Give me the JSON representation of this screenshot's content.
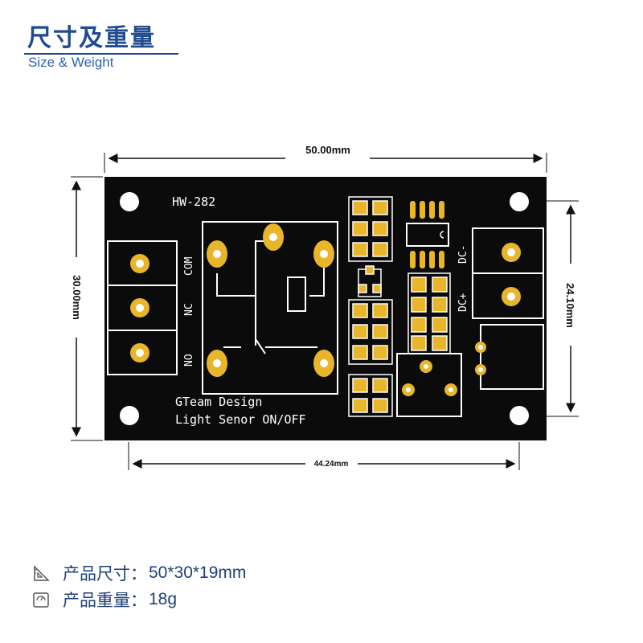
{
  "header": {
    "title": "尺寸及重量",
    "subtitle": "Size & Weight"
  },
  "dimensions": {
    "width_label": "50.00mm",
    "height_label": "30.00mm",
    "hole_span_v_label": "24.10mm",
    "hole_span_h_label": "44.24mm"
  },
  "board": {
    "model": "HW-282",
    "terminal_labels": [
      "COM",
      "NC",
      "NO"
    ],
    "dc_minus": "DC-",
    "dc_plus": "DC+",
    "credit_line1": "GTeam Design",
    "credit_line2": "Light Senor ON/OFF",
    "colors": {
      "pcb": "#0b0b0b",
      "silkscreen": "#ffffff",
      "pads": "#e8b52b"
    }
  },
  "specs": [
    {
      "icon": "ruler-triangle-icon",
      "label": "产品尺寸：",
      "value": "50*30*19mm"
    },
    {
      "icon": "scale-icon",
      "label": "产品重量：",
      "value": "18g"
    }
  ]
}
